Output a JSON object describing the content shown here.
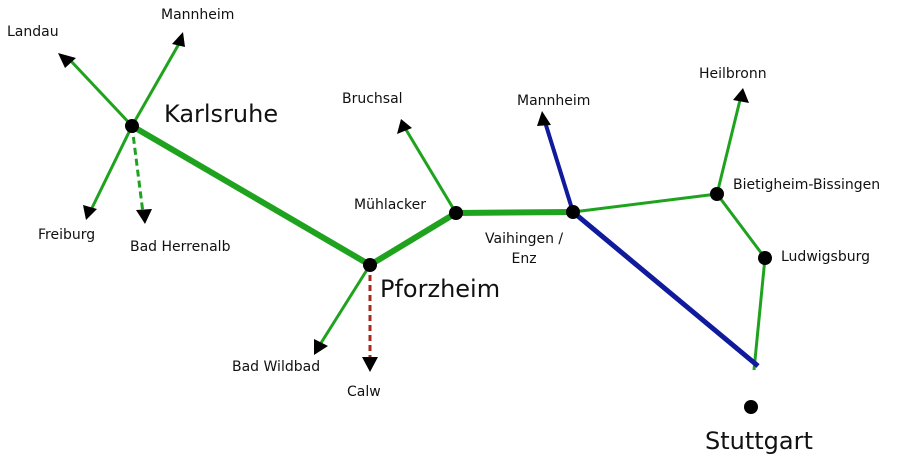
{
  "colors": {
    "green_line": "#1fa31f",
    "blue_line": "#0f1a9c",
    "red_dashed": "#a52a1a",
    "station": "#000000"
  },
  "stations": {
    "karlsruhe": "Karlsruhe",
    "pforzheim": "Pforzheim",
    "muehlacker": "Mühlacker",
    "vaihingen": "Vaihingen /\nEnz",
    "bietigheim": "Bietigheim-Bissingen",
    "ludwigsburg": "Ludwigsburg",
    "stuttgart": "Stuttgart"
  },
  "destinations": {
    "landau": "Landau",
    "mannheim_karlsruhe": "Mannheim",
    "freiburg": "Freiburg",
    "bad_herrenalb": "Bad Herrenalb",
    "bruchsal": "Bruchsal",
    "mannheim_vaihingen": "Mannheim",
    "heilbronn": "Heilbronn",
    "bad_wildbad": "Bad Wildbad",
    "calw": "Calw"
  }
}
